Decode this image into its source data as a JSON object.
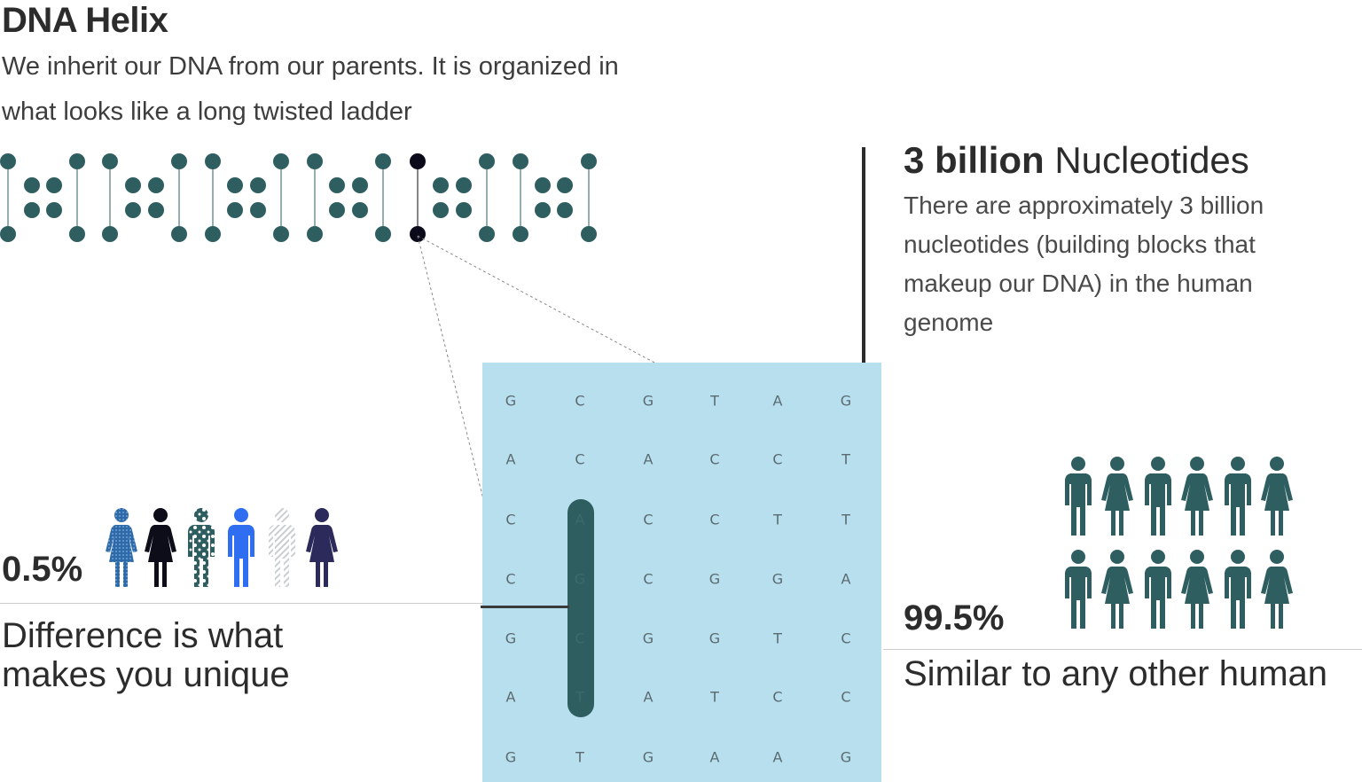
{
  "header": {
    "title": "DNA Helix",
    "intro": "We inherit our DNA from our parents. It is organized in what looks like a long twisted ladder"
  },
  "nucleotides": {
    "headline_bold": "3 billion",
    "headline_rest": " Nucleotides",
    "body": "There are approximately 3 billion nucleotides (building blocks that makeup our DNA) in the human genome"
  },
  "difference": {
    "percent": "0.5%",
    "caption": "Difference is what makes you unique"
  },
  "similarity": {
    "percent": "99.5%",
    "caption": "Similar to any other human"
  },
  "sequence_grid": [
    [
      "G",
      "C",
      "G",
      "T",
      "A",
      "G"
    ],
    [
      "A",
      "C",
      "A",
      "C",
      "C",
      "T"
    ],
    [
      "C",
      "A",
      "C",
      "C",
      "T",
      "T"
    ],
    [
      "C",
      "G",
      "C",
      "G",
      "G",
      "A"
    ],
    [
      "G",
      "C",
      "G",
      "G",
      "T",
      "C"
    ],
    [
      "A",
      "T",
      "A",
      "T",
      "C",
      "C"
    ],
    [
      "G",
      "T",
      "G",
      "A",
      "A",
      "G"
    ]
  ],
  "colors": {
    "teal": "#2e5e60",
    "highlight_node": "#0b0a1a",
    "grid_bg": "#b8dfee",
    "people_left": [
      "#2f6aa8",
      "#0d0d1a",
      "#2e5e60",
      "#2f6ef0",
      "#d9dde0",
      "#2b2a5a"
    ],
    "people_right": "#2e5e60"
  },
  "icons": {
    "left_people": [
      "person-female-dotted-icon",
      "person-female-icon",
      "person-male-patterned-icon",
      "person-male-icon",
      "person-male-striped-icon",
      "person-female-icon"
    ],
    "right_people": [
      "person-male-icon",
      "person-female-icon",
      "person-male-icon",
      "person-female-icon",
      "person-male-icon",
      "person-female-icon"
    ]
  }
}
